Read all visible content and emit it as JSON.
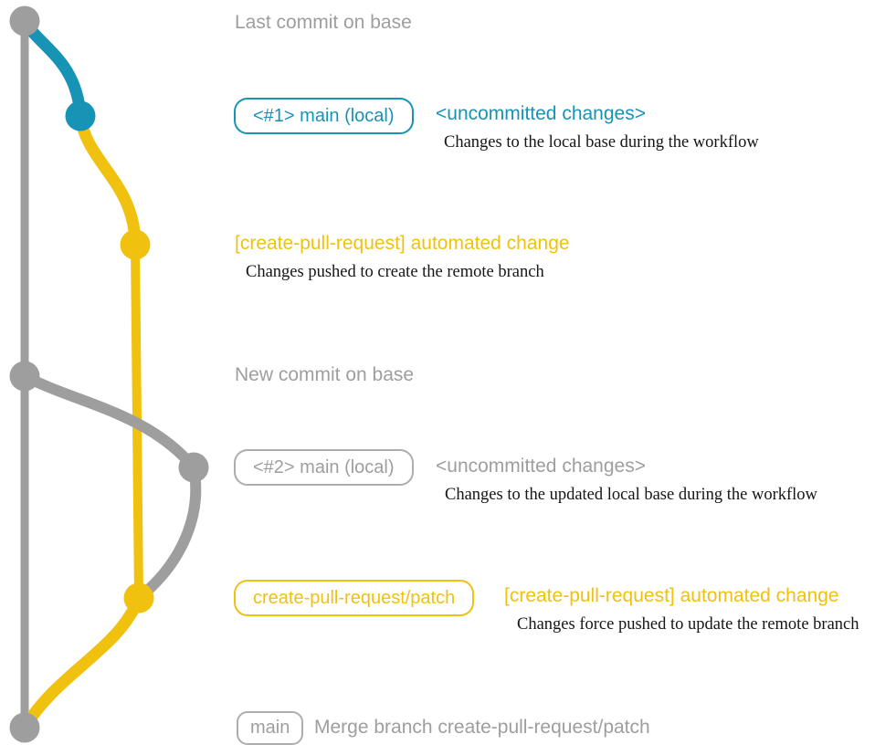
{
  "palette": {
    "gray": "#9E9E9E",
    "gray-border": "#ADADAD",
    "blue": "#1793B5",
    "yellow": "#F0C10E",
    "ink": "#161616"
  },
  "milestones": {
    "last_commit": "Last commit on base",
    "new_commit": "New commit on base"
  },
  "rows": {
    "row1": {
      "badge": "<#1> main (local)",
      "note": "<uncommitted changes>",
      "desc": "Changes to the local base during the workflow"
    },
    "row2": {
      "note": "[create-pull-request] automated change",
      "desc": "Changes pushed to create the remote branch"
    },
    "row3": {
      "badge": "<#2> main (local)",
      "note": "<uncommitted changes>",
      "desc": "Changes to the updated local base during the workflow"
    },
    "row4": {
      "badge": "create-pull-request/patch",
      "note": "[create-pull-request] automated change",
      "desc": "Changes force pushed to update the remote branch"
    },
    "row5": {
      "badge": "main",
      "note": "Merge branch create-pull-request/patch"
    }
  },
  "graph": {
    "branch_colors": {
      "base": "#9E9E9E",
      "local_main": "#1793B5",
      "create_pull_request_patch": "#F0C10E"
    },
    "commit_nodes": [
      {
        "name": "last-commit-on-base",
        "color": "#9E9E9E"
      },
      {
        "name": "uncommitted-changes-1",
        "color": "#1793B5"
      },
      {
        "name": "automated-change-1",
        "color": "#F0C10E"
      },
      {
        "name": "new-commit-on-base",
        "color": "#9E9E9E"
      },
      {
        "name": "uncommitted-changes-2",
        "color": "#9E9E9E"
      },
      {
        "name": "automated-change-2",
        "color": "#F0C10E"
      },
      {
        "name": "merge-commit",
        "color": "#9E9E9E"
      }
    ]
  }
}
